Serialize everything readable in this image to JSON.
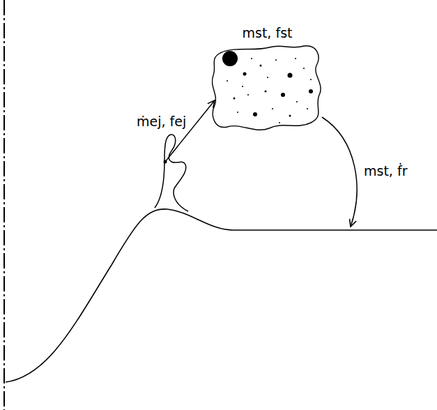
{
  "diagram": {
    "nodes": [
      {
        "text": [
          "mst, fst"
        ]
      }
    ],
    "labels": [
      "ṁej, fej",
      "mst, ḟr"
    ]
  }
}
